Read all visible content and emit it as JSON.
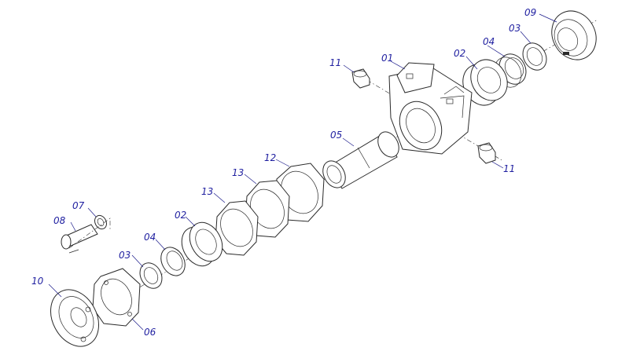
{
  "diagram": {
    "callouts": [
      {
        "id": "c01",
        "text": "01"
      },
      {
        "id": "c02a",
        "text": "02"
      },
      {
        "id": "c02b",
        "text": "02"
      },
      {
        "id": "c03a",
        "text": "03"
      },
      {
        "id": "c03b",
        "text": "03"
      },
      {
        "id": "c04a",
        "text": "04"
      },
      {
        "id": "c04b",
        "text": "04"
      },
      {
        "id": "c05",
        "text": "05"
      },
      {
        "id": "c06",
        "text": "06"
      },
      {
        "id": "c07",
        "text": "07"
      },
      {
        "id": "c08",
        "text": "08"
      },
      {
        "id": "c09",
        "text": "09"
      },
      {
        "id": "c10",
        "text": "10"
      },
      {
        "id": "c11a",
        "text": "11"
      },
      {
        "id": "c11b",
        "text": "11"
      },
      {
        "id": "c12",
        "text": "12"
      },
      {
        "id": "c13a",
        "text": "13"
      },
      {
        "id": "c13b",
        "text": "13"
      }
    ],
    "colors": {
      "label": "#1f1fa0",
      "line": "#2a2a2a",
      "background": "#ffffff"
    }
  }
}
